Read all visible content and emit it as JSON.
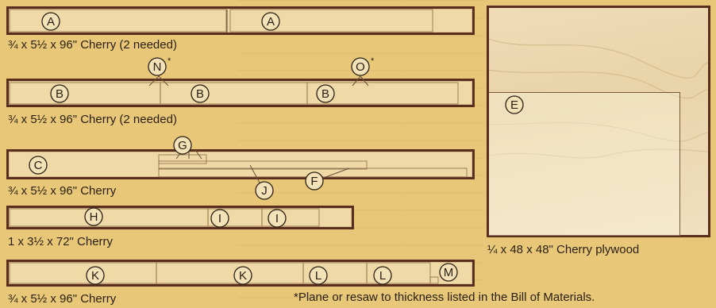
{
  "captions": {
    "board1": "¾ x 5½ x 96\" Cherry  (2 needed)",
    "board2": "¾ x 5½ x 96\" Cherry  (2 needed)",
    "board3": "¾ x 5½ x 96\" Cherry",
    "board4": "1 x 3½ x 72\" Cherry",
    "board5": "¾ x 5½ x 96\" Cherry",
    "plywood": "¼ x 48 x 48\" Cherry plywood"
  },
  "labels": {
    "A": "A",
    "B": "B",
    "C": "C",
    "E": "E",
    "F": "F",
    "G": "G",
    "H": "H",
    "I": "I",
    "J": "J",
    "K": "K",
    "L": "L",
    "M": "M",
    "N": "N",
    "O": "O",
    "star": "*"
  },
  "footnote": "*Plane or resaw to thickness listed in the Bill of Materials."
}
